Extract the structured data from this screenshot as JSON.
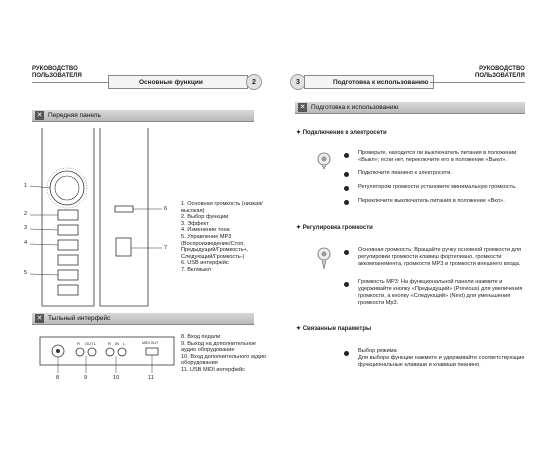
{
  "left_page": {
    "header": {
      "line1": "РУКОВОДСТВО",
      "line2": "ПОЛЬЗОВАТЕЛЯ",
      "tab": "Основные функции",
      "page_number": "2"
    },
    "front_panel": {
      "title": "Передняя панель",
      "callouts": [
        "1",
        "2",
        "3",
        "4",
        "5",
        "6",
        "7"
      ],
      "items": [
        "1.  Основная громкость (низкая/",
        "      высокая)",
        "2.  Выбор функции",
        "3.  Эффект",
        "4.  Изменение тона",
        "5.  Управление MP3",
        "      (Воспроизведение/Стоп,",
        "      Предыдущий/Громкость+,",
        "      Следующий/Громкость-)",
        "6.  USB интерфейс",
        "7.  Вкл/выкл"
      ]
    },
    "rear_panel": {
      "title": "Тыльный интерфейс",
      "callouts": [
        "8",
        "9",
        "10",
        "11"
      ],
      "jack_labels": {
        "a": "R",
        "b": "OUT",
        "c": "L",
        "d": "R",
        "e": "IN",
        "f": "L"
      },
      "usb_label": "MIDI OUT",
      "items": [
        "8.  Вход педали",
        "9.  Выход на дополнительное",
        "      аудио оборудование",
        "10. Вход дополнительного аудио",
        "      оборудования",
        "11. USB MIDI интерфейс"
      ]
    }
  },
  "right_page": {
    "header": {
      "line1": "РУКОВОДСТВО",
      "line2": "ПОЛЬЗОВАТЕЛЯ",
      "tab": "Подготовка к использованию",
      "page_number": "3"
    },
    "bar_title": "Подготовка к использованию",
    "power": {
      "title": "Подключение к электросети",
      "bullets": [
        [
          "Проверьте, находится ли выключатель питания в положении",
          "«Выкл»; если нет, переключите его в положение «Выкл»."
        ],
        [
          "Подключите пианино к электросети."
        ],
        [
          "Регулятором громкости установите минимальную громкость."
        ],
        [
          "Переключите выключатель питания в положение «Вкл»."
        ]
      ]
    },
    "volume": {
      "title": "Регулировка громкости",
      "bullets": [
        [
          "Основная громкость: Вращайте ручку основной громкости для",
          "регулировки громкости клавиш фортепиано, громкости аккомпанемента, громкости MP3 и громкости внешнего входа."
        ],
        [
          "Громкость MP3: На функциональной панели нажмите и удерживайте кнопку «Предыдущий» (Previous) для увеличения",
          "громкости, а кнопку «Следующий» (Next) для уменьшения",
          "громкости Mp3."
        ]
      ]
    },
    "related": {
      "title": "Связанные параметры",
      "bullets": [
        [
          "Выбор режима",
          "Для выбора функции нажмите и удерживайте соответствующие функциональные клавиши и клавиши пианино."
        ]
      ]
    }
  }
}
